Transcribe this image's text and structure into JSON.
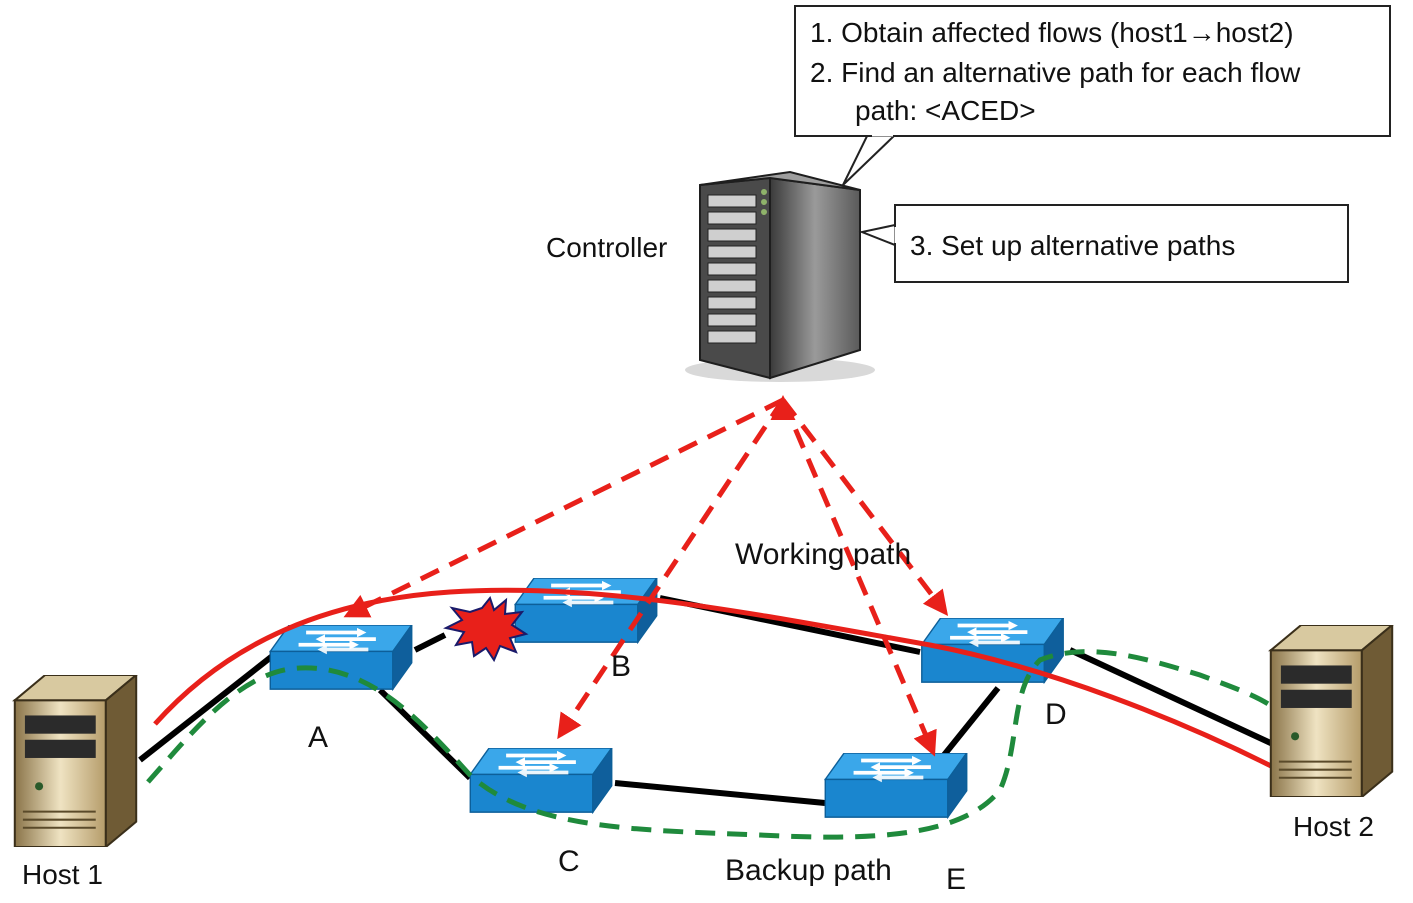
{
  "callouts": {
    "line1": "1. Obtain  affected flows (host1→host2)",
    "line2": "2. Find an alternative path for each flow",
    "line3": "path: <ACED>",
    "setup": "3. Set up alternative paths"
  },
  "labels": {
    "controller": "Controller",
    "working_path": "Working path",
    "backup_path": "Backup path",
    "host1": "Host 1",
    "host2": "Host 2"
  },
  "switches": {
    "a": "A",
    "b": "B",
    "c": "C",
    "d": "D",
    "e": "E"
  },
  "colors": {
    "working_path": "#e8201a",
    "control_messages": "#e8201a",
    "backup_path": "#1f8a3c",
    "physical_link": "#000000",
    "switch": "#1e8fd6"
  }
}
